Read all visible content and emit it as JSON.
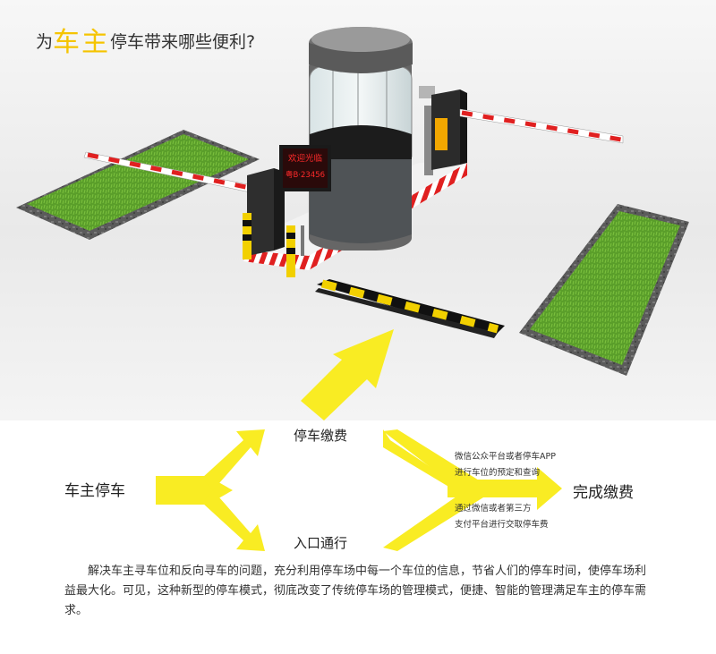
{
  "heading": {
    "prefix": "为",
    "highlight": "车主",
    "suffix": "停车带来哪些便利?"
  },
  "booth_sign": {
    "line1": "欢迎光临",
    "line2": "粤B·23456"
  },
  "flow": {
    "start": "车主停车",
    "upper_branch": "停车缴费",
    "lower_branch": "入口通行",
    "end": "完成缴费",
    "note_top_line1": "微信公众平台或者停车APP",
    "note_top_line2": "进行车位的预定和查询",
    "note_bottom_line1": "通过微信或者第三方",
    "note_bottom_line2": "支付平台进行交取停车费"
  },
  "paragraph": "解决车主寻车位和反向寻车的问题，充分利用停车场中每一个车位的信息，节省人们的停车时间，使停车场利益最大化。可见，这种新型的停车模式，彻底改变了传统停车场的管理模式，便捷、智能的管理满足车主的停车需求。",
  "colors": {
    "arrow_yellow": "#f9ec23",
    "highlight_yellow": "#f5c400",
    "grass_green": "#5a9e2a",
    "sign_red": "#e11b1b"
  }
}
